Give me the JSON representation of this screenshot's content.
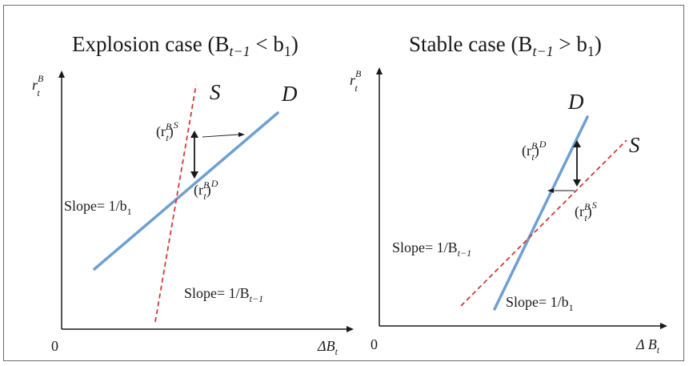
{
  "colors": {
    "demand": "#6fa0cf",
    "supply": "#d23a3a",
    "axis": "#1a1a1a"
  },
  "left": {
    "title": "Explosion case (B",
    "title_sub": "t−1",
    "title_mid": " < b",
    "title_sub2": "1",
    "title_end": ")",
    "y_label": "r",
    "y_label_sub": "t",
    "y_label_sup": "B",
    "x_label": "ΔB",
    "x_label_sub": "t",
    "origin": "0",
    "s_label": "S",
    "d_label": "D",
    "rs_label": "(r",
    "rs_label_sub": "t",
    "rs_label_sup": "B",
    "rs_label_end": ")",
    "rs_label_sup2": "S",
    "rd_label": "(r",
    "rd_label_sub": "t",
    "rd_label_sup": "B",
    "rd_label_end": ")",
    "rd_label_sup2": "D",
    "slope_d": "Slope= 1/b",
    "slope_d_sub": "1",
    "slope_s": "Slope= 1/B",
    "slope_s_sub": "t−1"
  },
  "right": {
    "title": "Stable case (B",
    "title_sub": "t−1",
    "title_mid": " > b",
    "title_sub2": "1",
    "title_end": ")",
    "y_label": "r",
    "y_label_sub": "t",
    "y_label_sup": "B",
    "x_label": "Δ B",
    "x_label_sub": "t",
    "origin": "0",
    "s_label": "S",
    "d_label": "D",
    "rd_label": "(r",
    "rd_label_sub": "t",
    "rd_label_sup": "B",
    "rd_label_end": ")",
    "rd_label_sup2": "D",
    "rs_label": "(r",
    "rs_label_sub": "t",
    "rs_label_sup": "B",
    "rs_label_end": ")",
    "rs_label_sup2": "S",
    "slope_s": "Slope= 1/B",
    "slope_s_sub": "t−1",
    "slope_d": "Slope= 1/b",
    "slope_d_sub": "1"
  }
}
